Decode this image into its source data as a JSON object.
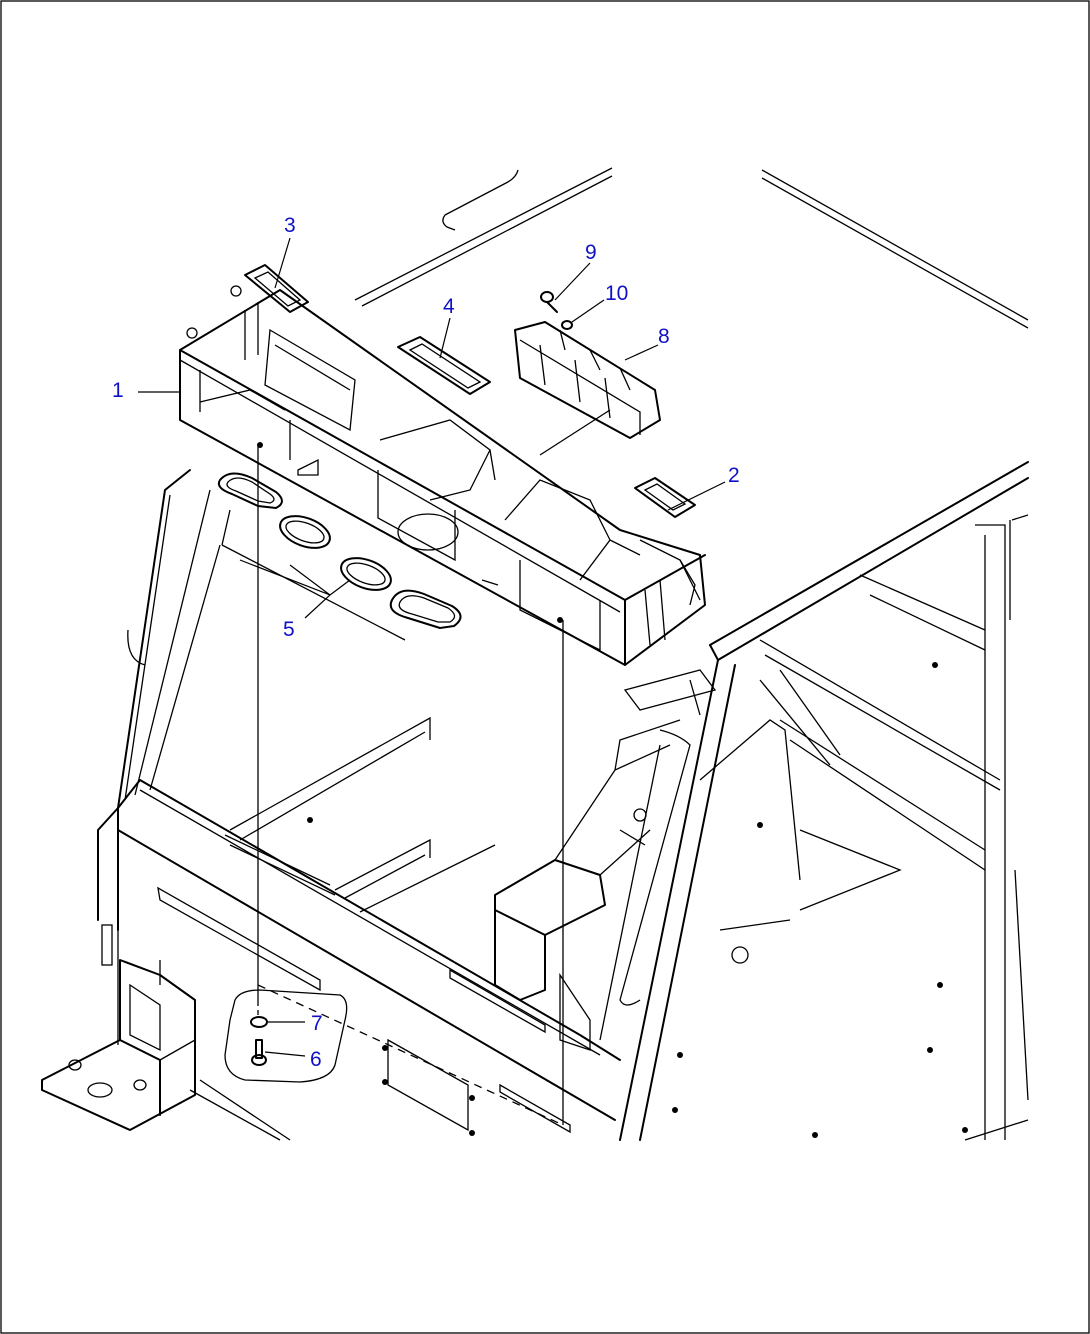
{
  "diagram": {
    "callouts": [
      {
        "id": "c1",
        "text": "1"
      },
      {
        "id": "c2",
        "text": "2"
      },
      {
        "id": "c3",
        "text": "3"
      },
      {
        "id": "c4",
        "text": "4"
      },
      {
        "id": "c5",
        "text": "5"
      },
      {
        "id": "c6",
        "text": "6"
      },
      {
        "id": "c7",
        "text": "7"
      },
      {
        "id": "c8",
        "text": "8"
      },
      {
        "id": "c9",
        "text": "9"
      },
      {
        "id": "c10",
        "text": "10"
      }
    ],
    "colors": {
      "callout_text": "#1010c8",
      "line_art": "#000000",
      "background": "#ffffff"
    }
  }
}
